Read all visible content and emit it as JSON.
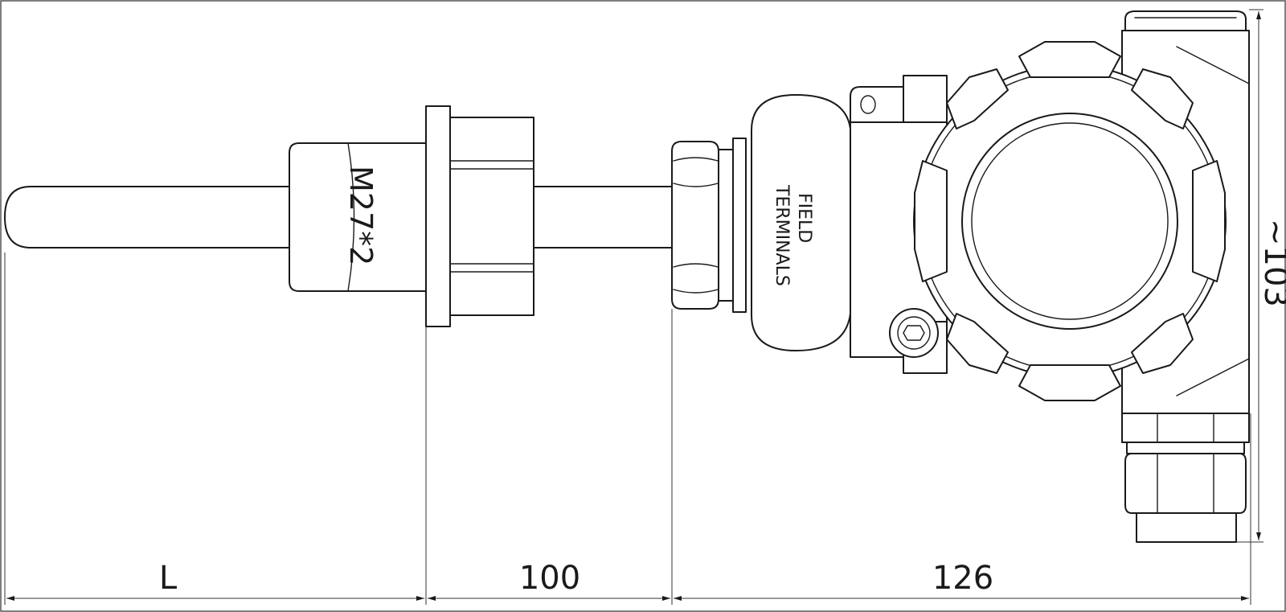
{
  "thread_label": "M27*2",
  "housing_label": {
    "line1": "FIELD",
    "line2": "TERMINALS"
  },
  "dimensions": {
    "length": "L",
    "neck": "100",
    "head": "126",
    "height": "~103"
  }
}
